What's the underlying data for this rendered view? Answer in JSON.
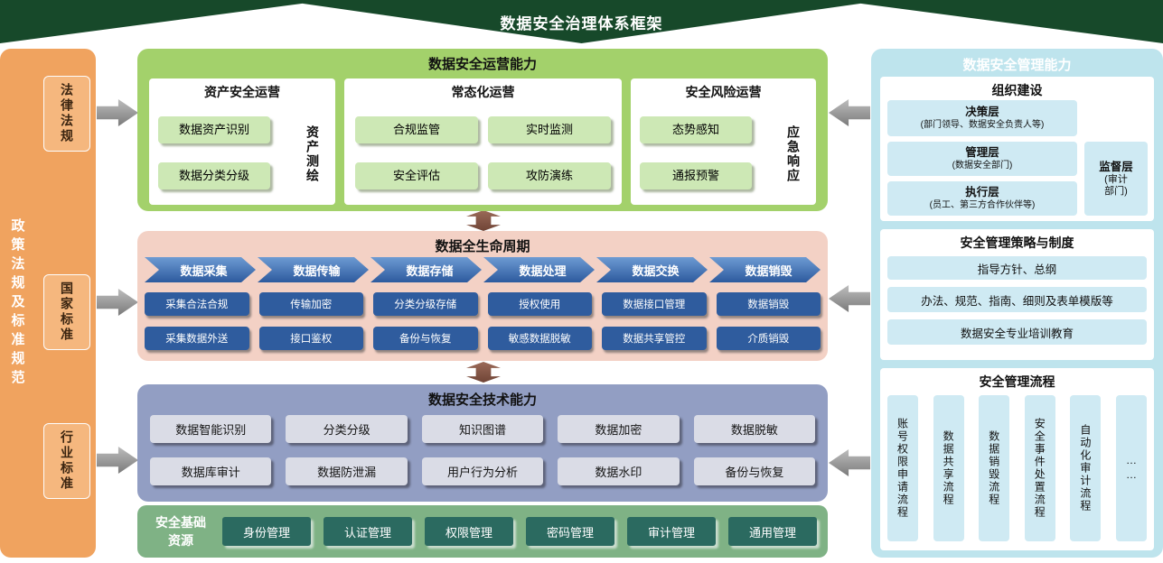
{
  "title": "数据安全治理体系框架",
  "left_panel": {
    "title": "政策法规及标准规范",
    "items": [
      "法律法规",
      "国家标准",
      "行业标准"
    ]
  },
  "operations": {
    "title": "数据安全运营能力",
    "asset_group": {
      "title": "资产安全运营",
      "buttons": [
        "数据资产识别",
        "数据分类分级"
      ],
      "side_label": "资产测绘"
    },
    "routine_group": {
      "title": "常态化运营",
      "buttons": [
        "合规监管",
        "实时监测",
        "安全评估",
        "攻防演练"
      ]
    },
    "risk_group": {
      "title": "安全风险运营",
      "buttons": [
        "态势感知",
        "通报预警"
      ],
      "side_label": "应急响应"
    }
  },
  "lifecycle": {
    "title": "数据全生命周期",
    "stages": [
      "数据采集",
      "数据传输",
      "数据存储",
      "数据处理",
      "数据交换",
      "数据销毁"
    ],
    "row1": [
      "采集合法合规",
      "传输加密",
      "分类分级存储",
      "授权使用",
      "数据接口管理",
      "数据销毁"
    ],
    "row2": [
      "采集数据外送",
      "接口鉴权",
      "备份与恢复",
      "敏感数据脱敏",
      "数据共享管控",
      "介质销毁"
    ]
  },
  "technical": {
    "title": "数据安全技术能力",
    "row1": [
      "数据智能识别",
      "分类分级",
      "知识图谱",
      "数据加密",
      "数据脱敏"
    ],
    "row2": [
      "数据库审计",
      "数据防泄漏",
      "用户行为分析",
      "数据水印",
      "备份与恢复"
    ]
  },
  "foundation": {
    "title": "安全基础资源",
    "items": [
      "身份管理",
      "认证管理",
      "权限管理",
      "密码管理",
      "审计管理",
      "通用管理"
    ]
  },
  "management": {
    "title": "数据安全管理能力",
    "organization": {
      "title": "组织建设",
      "levels": [
        {
          "name": "决策层",
          "desc": "(部门领导、数据安全负责人等)"
        },
        {
          "name": "管理层",
          "desc": "(数据安全部门)"
        },
        {
          "name": "执行层",
          "desc": "(员工、第三方合作伙伴等)"
        }
      ],
      "supervision": [
        "监督层",
        "(审计",
        "部门)"
      ]
    },
    "policy": {
      "title": "安全管理策略与制度",
      "items": [
        "指导方针、总纲",
        "办法、规范、指南、细则及表单模版等",
        "数据安全专业培训教育"
      ]
    },
    "process": {
      "title": "安全管理流程",
      "items": [
        "账号权限申请流程",
        "数据共享流程",
        "数据销毁流程",
        "安全事件处置流程",
        "自动化审计流程",
        "……"
      ]
    }
  },
  "colors": {
    "banner_green": "#17492a",
    "panel_orange": "#f0a35f",
    "ops_green": "#a3d16b",
    "lifecycle_pink": "#f3d1c5",
    "tech_blue": "#929ec3",
    "foundation_green": "#7fb285",
    "management_cyan": "#bee4ed",
    "stage_blue": "#2f5c9e",
    "teal_button": "#2b6a60"
  }
}
